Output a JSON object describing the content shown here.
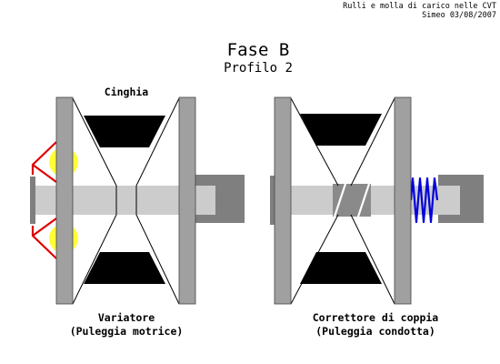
{
  "header": {
    "credit_line1": "Rulli e molla di carico nelle CVT",
    "credit_line2": "Simeo 03/08/2007"
  },
  "title": "Fase B",
  "subtitle": "Profilo 2",
  "variatore": {
    "belt_label": "Cinghia",
    "name": "Variatore",
    "desc": "(Puleggia motrice)"
  },
  "correttore": {
    "name": "Correttore di coppia",
    "desc": "(Puleggia condotta)"
  },
  "colors": {
    "sheave": "#a0a0a0",
    "shaft": "#cccccc",
    "hub": "#7f7f7f",
    "belt": "#000000",
    "roller": "#ffff33",
    "ramp": "#e00000",
    "spring": "#0000dd",
    "slot": "#8a8a8a"
  }
}
